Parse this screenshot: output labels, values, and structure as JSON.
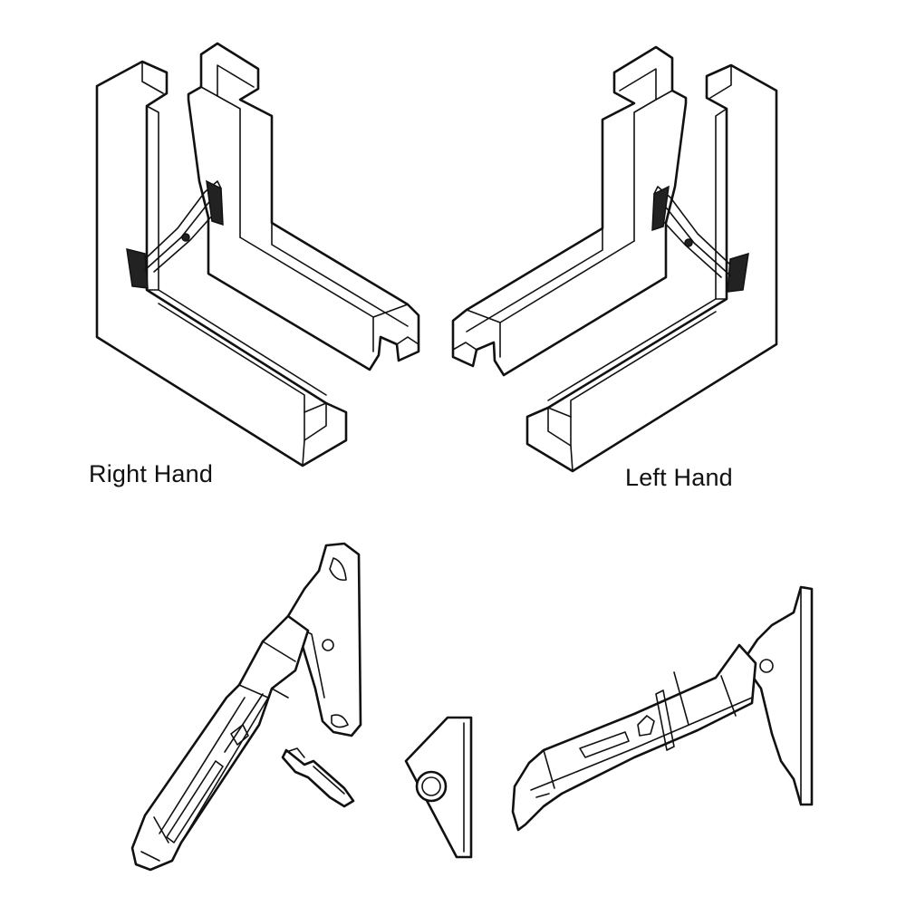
{
  "labels": {
    "right_hand": "Right Hand",
    "left_hand": "Left Hand"
  },
  "parts": [
    "right-hand-frame-corner",
    "left-hand-frame-corner",
    "long-arm-hinge",
    "pivot-pin",
    "round-hole-bracket",
    "short-arm-hinge"
  ]
}
